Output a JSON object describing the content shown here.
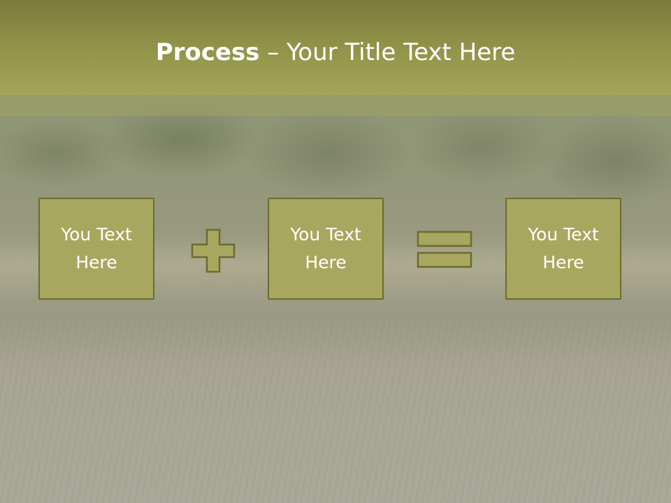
{
  "title": {
    "bold": "Process",
    "rest": " – Your Title Text Here"
  },
  "boxes": [
    {
      "text": "You Text Here"
    },
    {
      "text": "You Text Here"
    },
    {
      "text": "You Text Here"
    }
  ],
  "icons": {
    "operator1": "plus-icon",
    "operator2": "equals-icon"
  },
  "colors": {
    "header": "#8f9148",
    "box_fill": "#a8a75f",
    "box_border": "#6b6b2e",
    "text": "#ffffff"
  }
}
